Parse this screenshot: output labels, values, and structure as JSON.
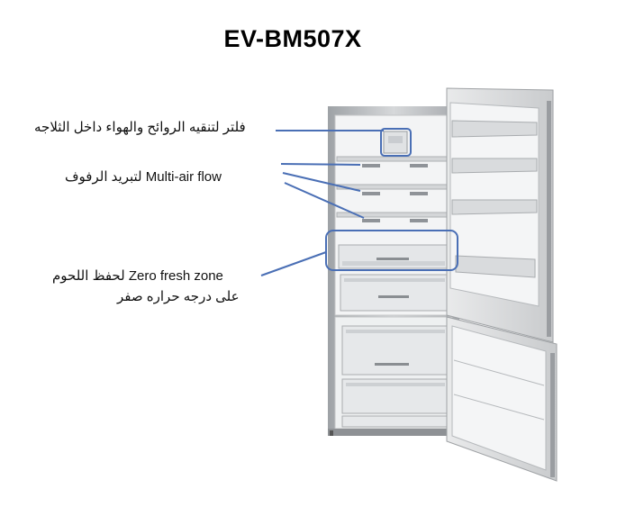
{
  "title": "EV-BM507X",
  "labels": {
    "filter": "فلتر لتنقيه الروائح والهواء داخل الثلاجه",
    "multi_air": "لتبريد الرفوف Multi-air flow",
    "zero_fresh_line1": "لحفظ اللحوم Zero fresh zone",
    "zero_fresh_line2": "على درجه حراره صفر"
  },
  "colors": {
    "callout": "#4a6fb5",
    "steel": "#b8bbbf",
    "interior": "#f2f3f4"
  }
}
